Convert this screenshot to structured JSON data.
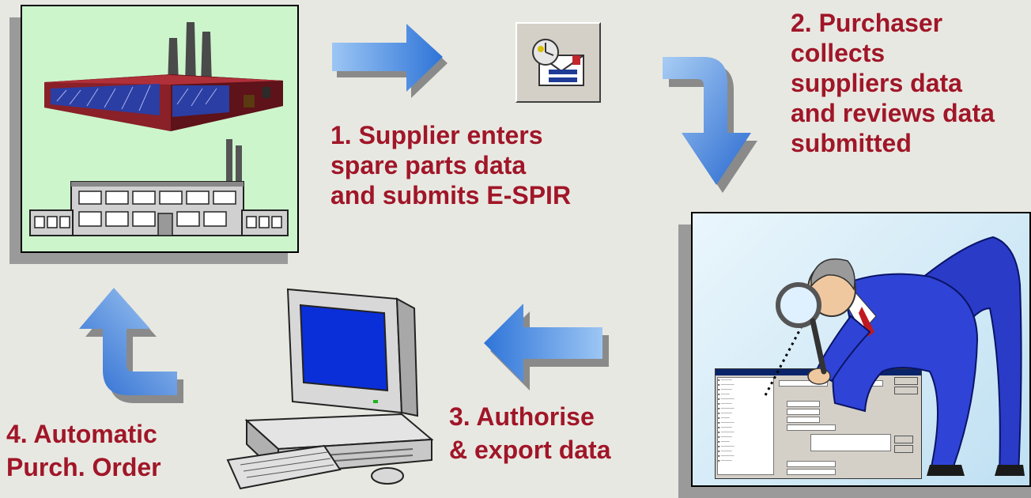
{
  "steps": [
    {
      "lines": [
        "1. Supplier enters",
        "spare parts data",
        "and submits E-SPIR"
      ]
    },
    {
      "lines": [
        "2. Purchaser",
        "collects",
        "suppliers data",
        "and reviews data",
        "submitted"
      ]
    },
    {
      "lines": [
        "3. Authorise",
        "& export data"
      ]
    },
    {
      "lines": [
        "4. Automatic",
        "Purch. Order"
      ]
    }
  ],
  "colors": {
    "background": "#e8e8e2",
    "label": "#a01628",
    "arrow": "#4a8ee8",
    "factory_bg": "#ccf5cc",
    "review_bg": "#cfe6f4"
  },
  "icons": [
    "factory-illustration",
    "email-icon",
    "computer-illustration",
    "inspector-illustration"
  ]
}
